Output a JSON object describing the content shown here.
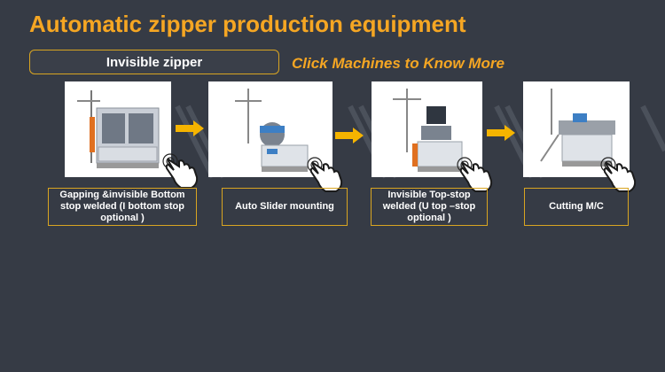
{
  "header": {
    "title": "Automatic zipper production equipment",
    "category_label": "Invisible zipper",
    "hint": "Click Machines to Know More"
  },
  "machines": [
    {
      "caption": "Gapping &invisible Bottom stop welded (I bottom stop optional )"
    },
    {
      "caption": "Auto Slider mounting"
    },
    {
      "caption": "Invisible Top-stop welded (U top –stop optional )"
    },
    {
      "caption": "Cutting M/C"
    }
  ],
  "colors": {
    "background": "#363b45",
    "accent": "#f5a623",
    "border": "#d9a521",
    "text": "#ffffff"
  },
  "icons": [
    "pointing-hand-icon",
    "right-arrow-icon"
  ]
}
